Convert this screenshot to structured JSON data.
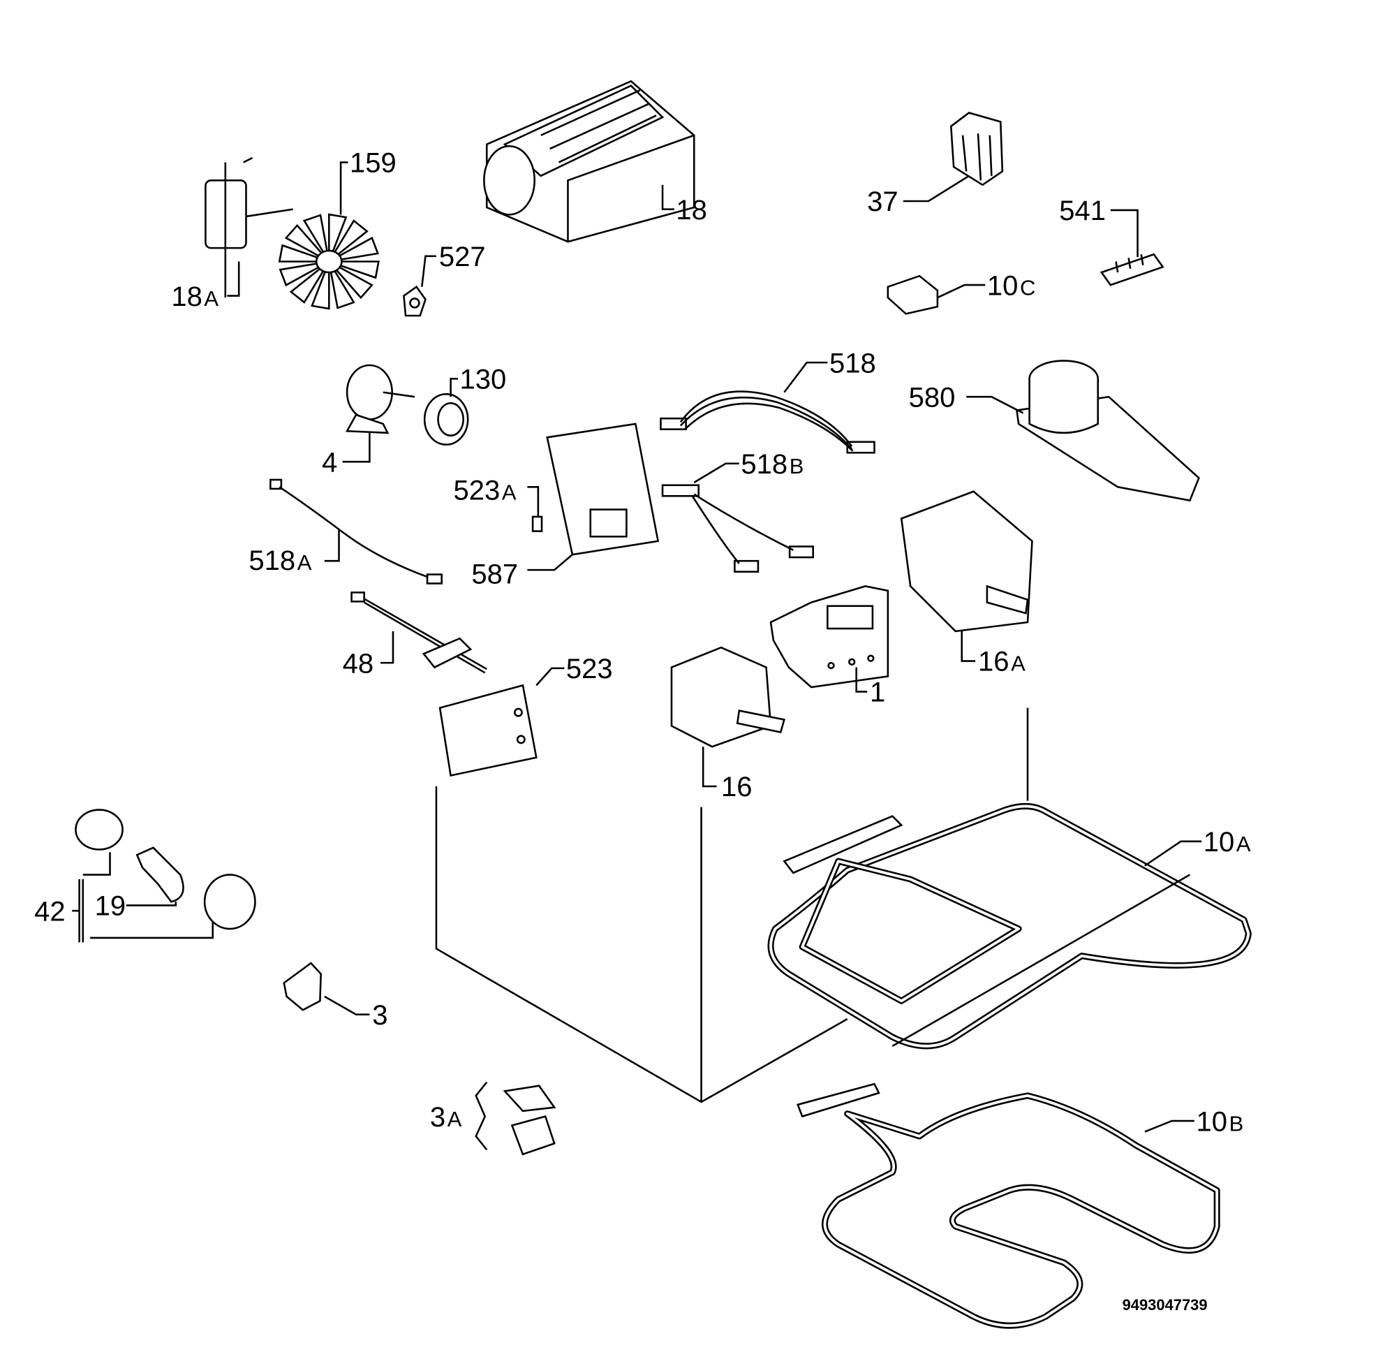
{
  "diagram": {
    "type": "exploded-parts-diagram",
    "drawing_code": "9493047739",
    "parts": [
      {
        "id": "159",
        "num": "159",
        "suffix": ""
      },
      {
        "id": "18",
        "num": "18",
        "suffix": ""
      },
      {
        "id": "18A",
        "num": "18",
        "suffix": "A"
      },
      {
        "id": "527",
        "num": "527",
        "suffix": ""
      },
      {
        "id": "37",
        "num": "37",
        "suffix": ""
      },
      {
        "id": "541",
        "num": "541",
        "suffix": ""
      },
      {
        "id": "10C",
        "num": "10",
        "suffix": "C"
      },
      {
        "id": "518",
        "num": "518",
        "suffix": ""
      },
      {
        "id": "580",
        "num": "580",
        "suffix": ""
      },
      {
        "id": "130",
        "num": "130",
        "suffix": ""
      },
      {
        "id": "4",
        "num": "4",
        "suffix": ""
      },
      {
        "id": "518B",
        "num": "518",
        "suffix": "B"
      },
      {
        "id": "523A",
        "num": "523",
        "suffix": "A"
      },
      {
        "id": "518A",
        "num": "518",
        "suffix": "A"
      },
      {
        "id": "587",
        "num": "587",
        "suffix": ""
      },
      {
        "id": "16A",
        "num": "16",
        "suffix": "A"
      },
      {
        "id": "48",
        "num": "48",
        "suffix": ""
      },
      {
        "id": "523",
        "num": "523",
        "suffix": ""
      },
      {
        "id": "1",
        "num": "1",
        "suffix": ""
      },
      {
        "id": "16",
        "num": "16",
        "suffix": ""
      },
      {
        "id": "10A",
        "num": "10",
        "suffix": "A"
      },
      {
        "id": "42",
        "num": "42",
        "suffix": ""
      },
      {
        "id": "19",
        "num": "19",
        "suffix": ""
      },
      {
        "id": "3",
        "num": "3",
        "suffix": ""
      },
      {
        "id": "3A",
        "num": "3",
        "suffix": "A"
      },
      {
        "id": "10B",
        "num": "10",
        "suffix": "B"
      }
    ]
  }
}
